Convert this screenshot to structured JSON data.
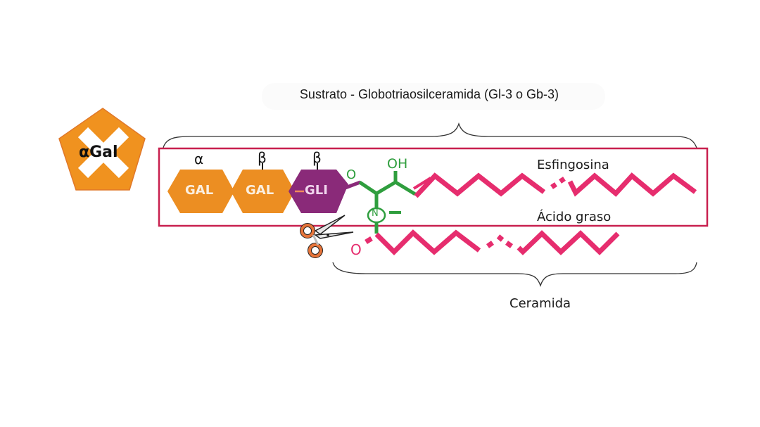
{
  "title": "Sustrato - Globotriaosilceramida (Gl-3 o Gb-3)",
  "enzyme_badge": {
    "label": "αGal",
    "icon": "blocked-x-icon",
    "color": "#f0921f"
  },
  "sugars": [
    {
      "label": "GAL",
      "linkage": "α",
      "color": "#ec8e22"
    },
    {
      "label": "GAL",
      "linkage": "β",
      "color": "#ec8e22"
    },
    {
      "label": "GLI",
      "linkage": "β",
      "color": "#8a2a79"
    }
  ],
  "backbone": {
    "oxygen_link": "O",
    "hydroxyl": "OH",
    "nitrogen": "N",
    "carbonyl_oxygen": "O",
    "color": "#2f9e3e"
  },
  "chains": {
    "sphingosine_label": "Esfingosina",
    "fatty_acid_label": "Ácido graso",
    "color": "#e62d6e"
  },
  "ceramide_label": "Ceramida",
  "cleavage_icon": "scissors-icon",
  "colors": {
    "frame": "#c8204f",
    "brace": "#333333"
  }
}
